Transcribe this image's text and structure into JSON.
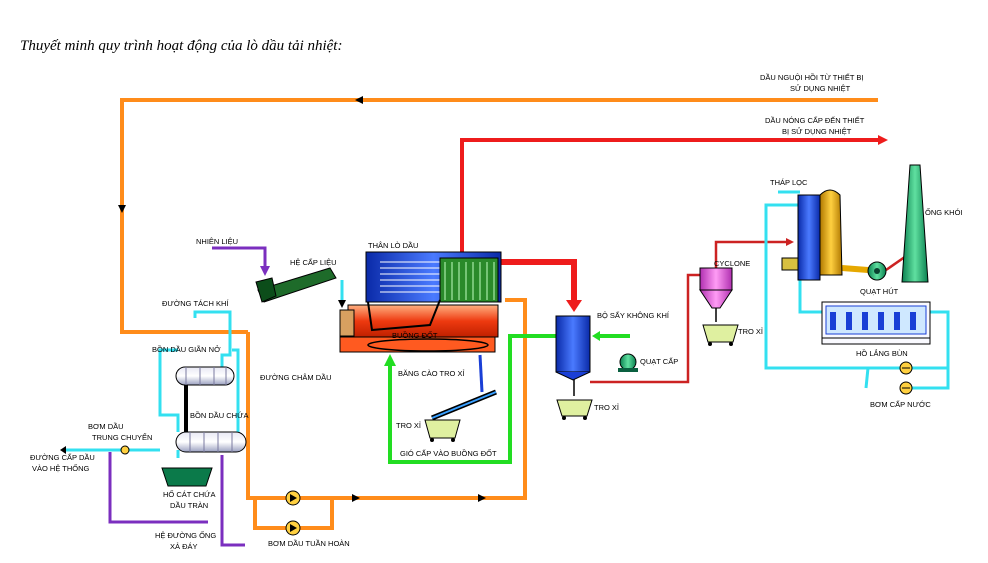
{
  "title": "Thuyết minh quy trình hoạt động của lò dầu tải nhiệt:",
  "labels": {
    "dau_nguoi_1": "DẦU NGUỘI HỒI TỪ THIẾT BỊ",
    "dau_nguoi_2": "SỬ DỤNG NHIỆT",
    "dau_nong_1": "DẦU NÓNG CẤP ĐẾN THIẾT",
    "dau_nong_2": "BỊ SỬ DỤNG NHIỆT",
    "thap_loc": "THÁP LỌC",
    "ong_khoi": "ỐNG KHÓI",
    "quat_hut": "QUẠT HÚT",
    "cyclone": "CYCLONE",
    "nhien_lieu": "NHIÊN LIỆU",
    "he_cap_lieu": "HỆ CẤP LIỆU",
    "than_lo_dau": "THÂN LÒ DẦU",
    "buong_dot": "BUỒNG ĐỐT",
    "duong_tach_khi": "ĐƯỜNG TÁCH KHÍ",
    "bon_dau_gian_no": "BỒN DẦU GIÃN NỞ",
    "duong_cham_dau": "ĐƯỜNG CHÂM DẦU",
    "bon_dau_chua": "BỒN DẦU CHỨA",
    "bom_dau_trung_chuyen_1": "BƠM DẦU",
    "bom_dau_trung_chuyen_2": "TRUNG CHUYỂN",
    "duong_cap_dau_1": "ĐƯỜNG CẤP DẦU",
    "duong_cap_dau_2": "VÀO HỆ THỐNG",
    "ho_cat_1": "HỐ CÁT CHỨA",
    "ho_cat_2": "DẦU TRÀN",
    "he_duong_ong_1": "HỆ ĐƯỜNG ỐNG",
    "he_duong_ong_2": "XẢ ĐÁY",
    "bom_dau_tuan_hoan": "BƠM DẦU TUẦN HOÀN",
    "bang_cao_tro_xi": "BĂNG CÀO TRO XỈ",
    "tro_xi_1": "TRO XỈ",
    "gio_cap": "GIÓ CẤP VÀO BUỒNG ĐỐT",
    "bo_say": "BỘ SẤY KHÔNG KHÍ",
    "quat_cap": "QUẠT CẤP",
    "tro_xi_2": "TRO XỈ",
    "tro_xi_3": "TRO XỈ",
    "ho_lang_bun": "HỒ LẮNG BÙN",
    "bom_cap_nuoc": "BƠM CẤP NƯỚC"
  },
  "colors": {
    "oil_return": "#ff8c1a",
    "oil_hot": "#ee1c1c",
    "air": "#22dd22",
    "water": "#33e0f0",
    "flue": "#cc2222",
    "drain": "#7b2fbf",
    "vessel": "#1a3fd6",
    "cyclone": "#e85fe0",
    "tower": "#e6a800",
    "furnace": "#ee3a10"
  }
}
